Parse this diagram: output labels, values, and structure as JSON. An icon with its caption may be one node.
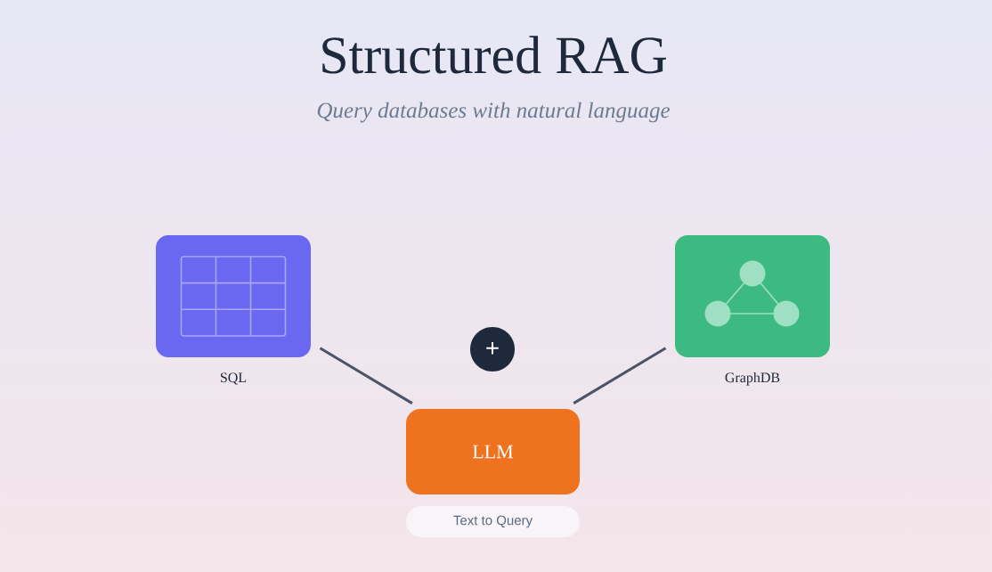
{
  "diagram": {
    "title": "Structured RAG",
    "nodes": [
      {
        "text": [],
        "shape": "box",
        "beside": [
          "SQL"
        ]
      },
      {
        "text": [],
        "shape": "box",
        "beside": [
          "GraphDB"
        ]
      },
      {
        "text": [
          "+"
        ]
      },
      {
        "text": [
          "LLM"
        ]
      },
      {
        "text": [
          "Text to Query"
        ]
      }
    ],
    "edges": [
      {
        "from": 0,
        "to": 3,
        "arrow": "none"
      },
      {
        "from": 1,
        "to": 3,
        "arrow": "none"
      }
    ],
    "labels": [
      "Query databases with natural language"
    ]
  }
}
